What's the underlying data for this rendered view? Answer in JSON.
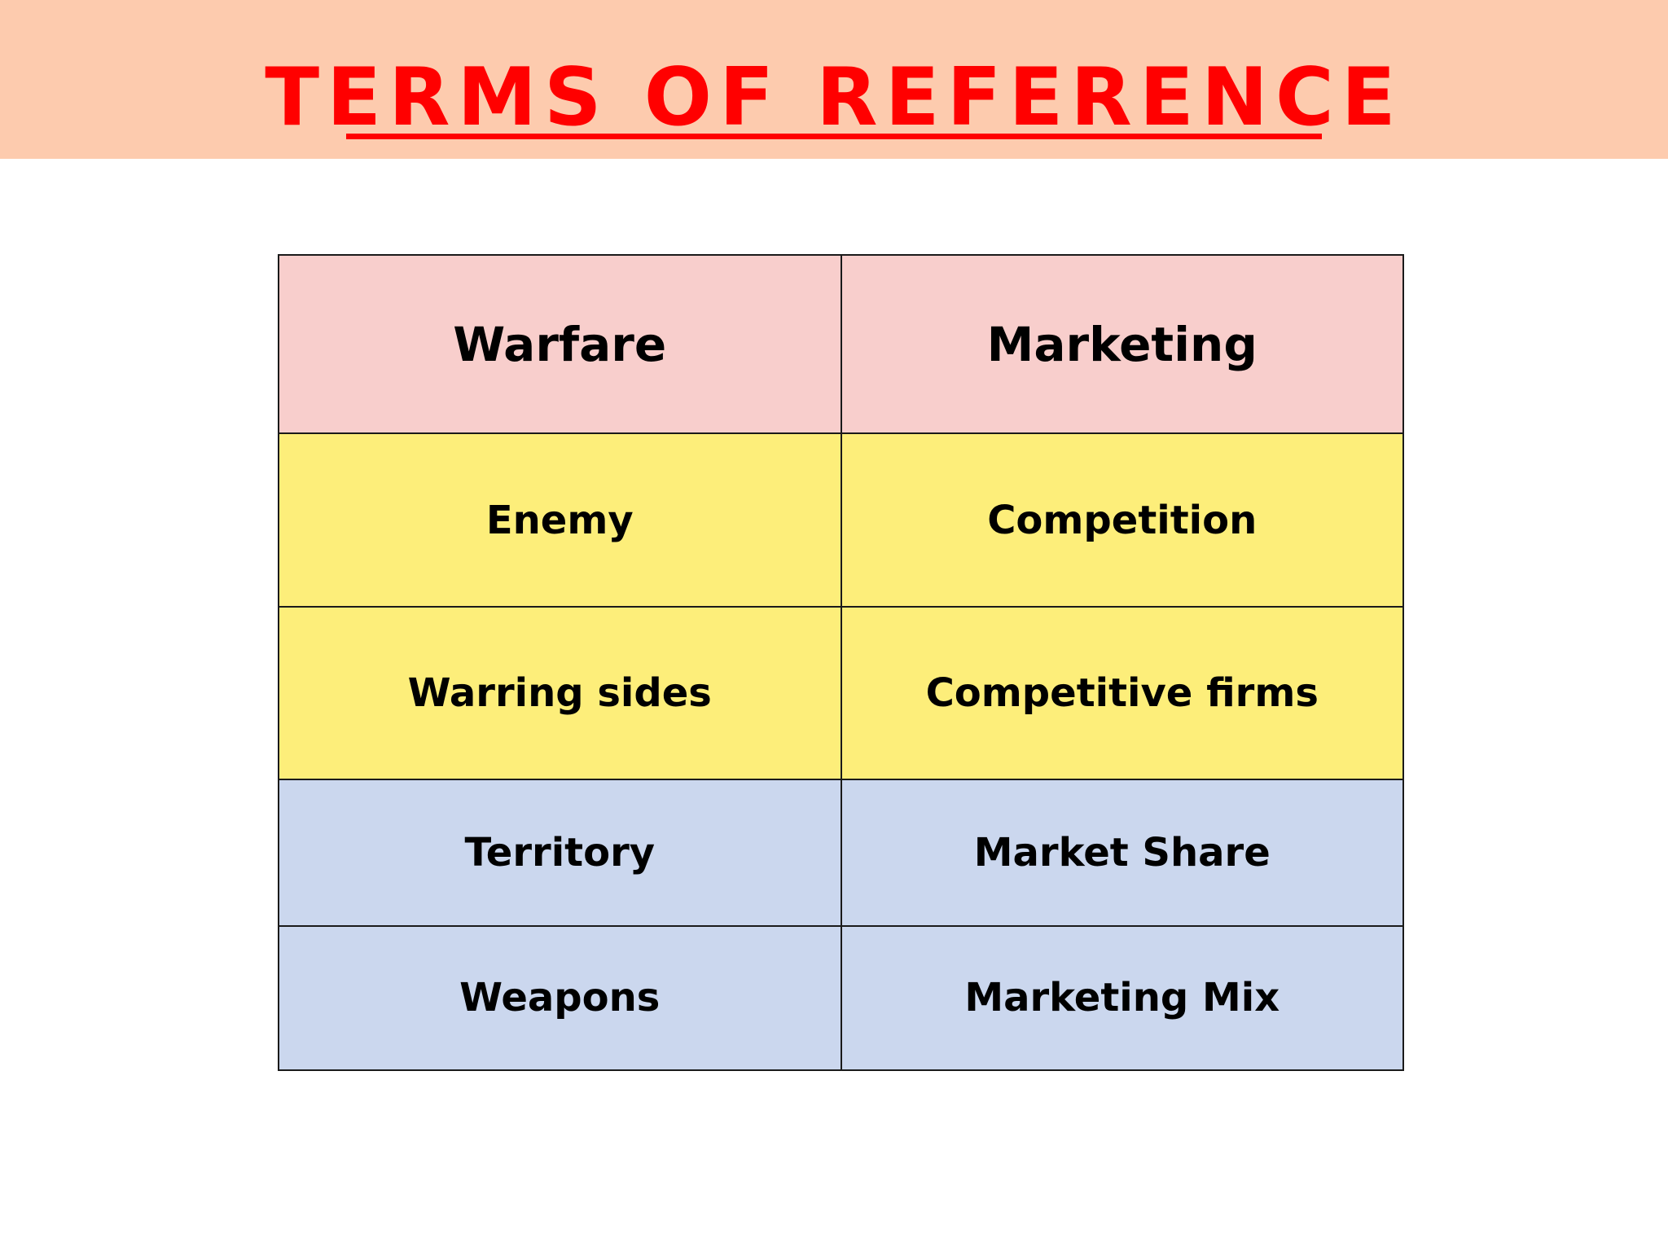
{
  "slide": {
    "title": "TERMS OF REFERENCE"
  },
  "table": {
    "headers": [
      "Warfare",
      "Marketing"
    ],
    "rows": [
      [
        "Enemy",
        "Competition"
      ],
      [
        "Warring sides",
        "Competitive firms"
      ],
      [
        "Territory",
        "Market Share"
      ],
      [
        "Weapons",
        "Marketing Mix"
      ]
    ]
  },
  "colors": {
    "header_band": "#fdcbae",
    "title": "#ff0000",
    "table_header": "#f8cecc",
    "rows_yellow": "#fdee7a",
    "rows_blue": "#cbd7ee"
  }
}
